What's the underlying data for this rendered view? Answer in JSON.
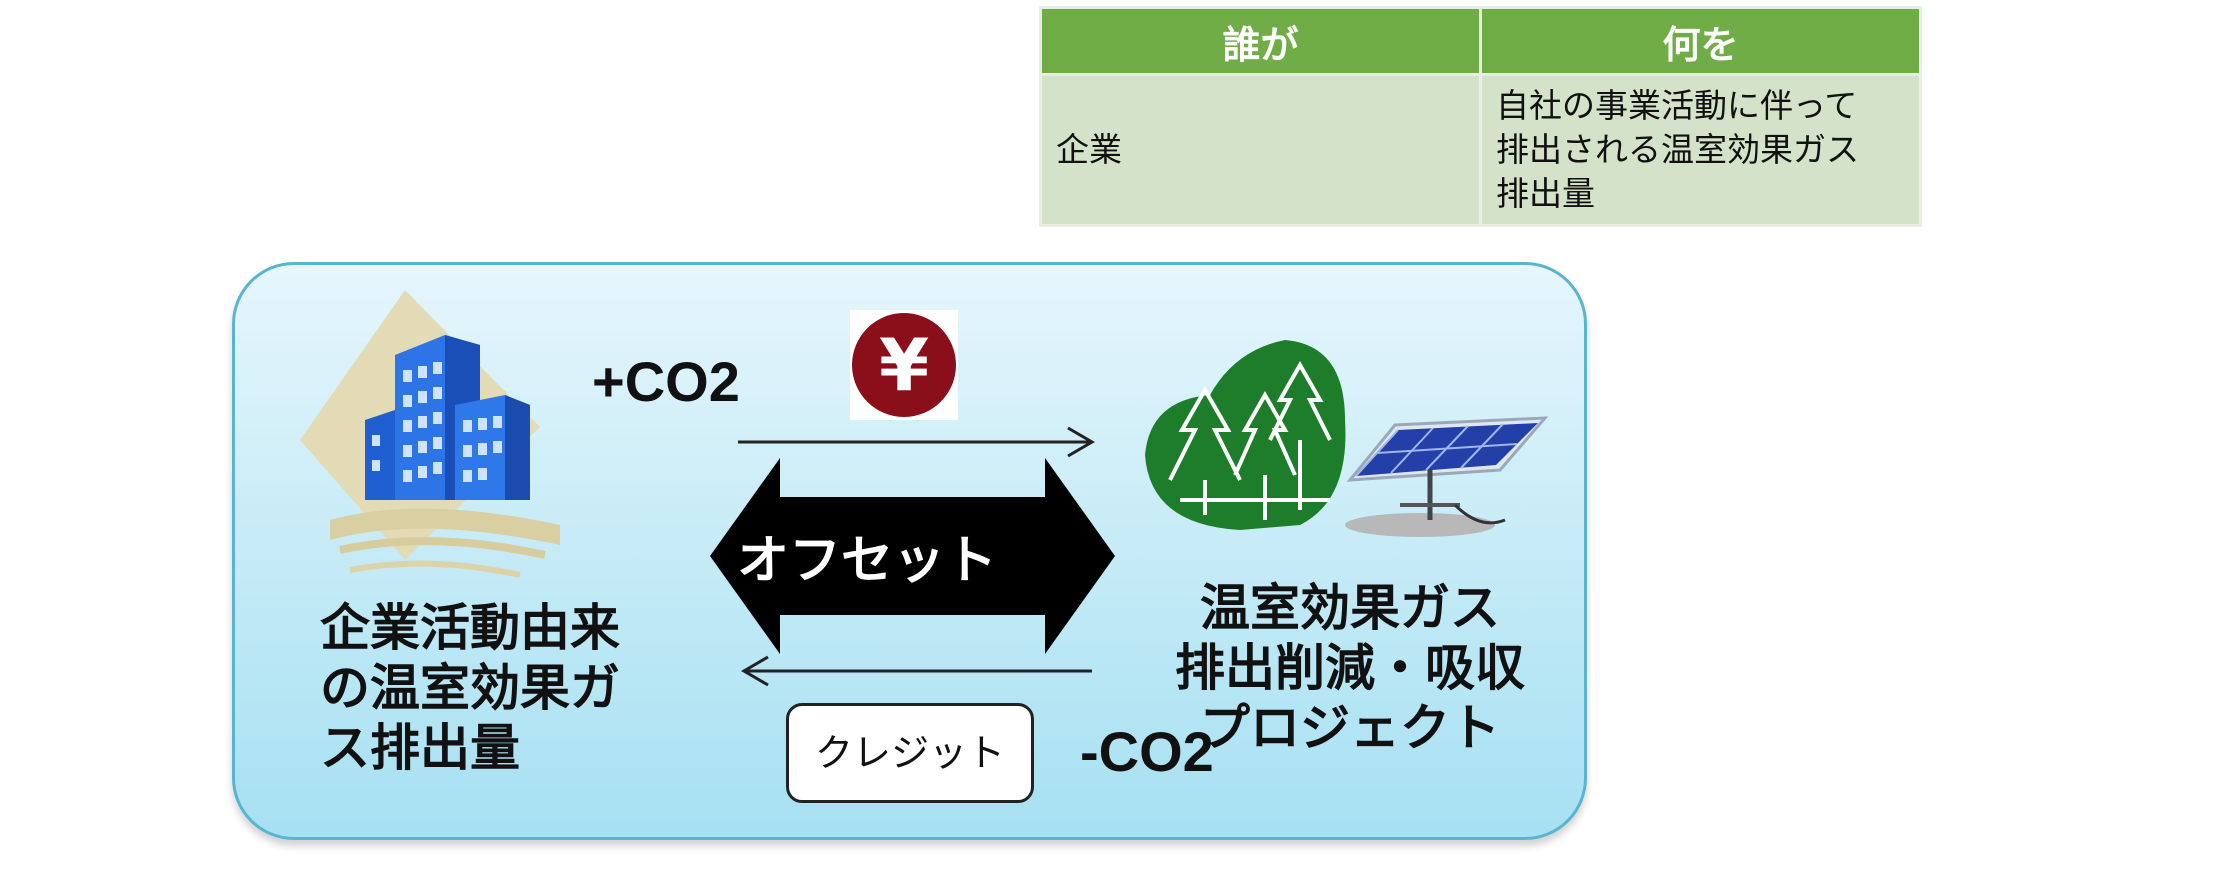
{
  "table": {
    "headers": [
      "誰が",
      "何を"
    ],
    "rows": [
      {
        "who": "企業",
        "what": "自社の事業活動に伴って\n排出される温室効果ガス\n排出量"
      }
    ]
  },
  "diagram": {
    "left_label": "企業活動由来\nの温室効果ガ\nス排出量",
    "right_label": "温室効果ガス\n排出削減・吸収\nプロジェクト",
    "plus_co2": "+CO2",
    "minus_co2": "-CO2",
    "offset": "オフセット",
    "credit": "クレジット",
    "yen_symbol": "¥"
  },
  "colors": {
    "table_header": "#70ad47",
    "table_cell": "#d3e2c8",
    "panel_border": "#58b4cf",
    "yen_red": "#8a0f1a",
    "forest_green": "#1e7d2b"
  },
  "icons": [
    "building-icon",
    "yen-icon",
    "forest-icon",
    "solar-panel-icon"
  ]
}
